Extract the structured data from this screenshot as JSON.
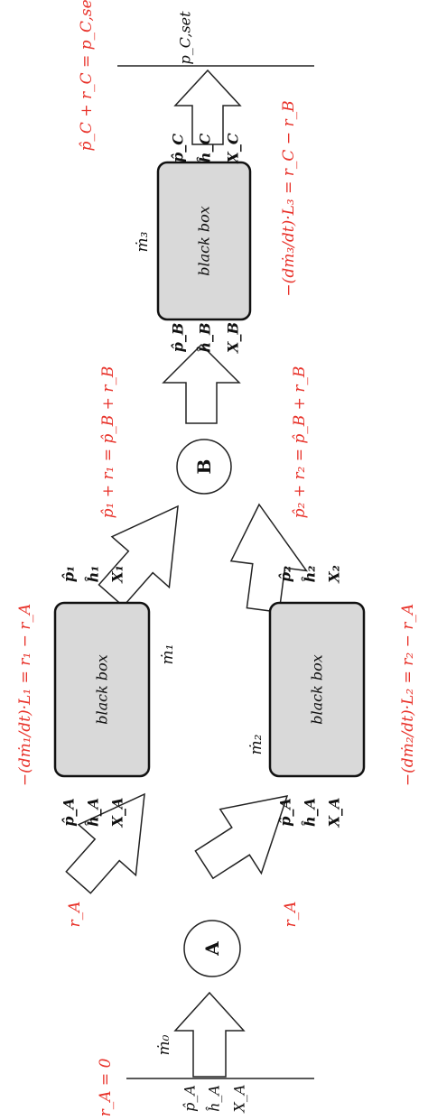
{
  "colors": {
    "accent_red": "#e8322a",
    "box_fill": "#d9d9d9",
    "stroke": "#222222"
  },
  "nodes": {
    "a": "A",
    "b": "B"
  },
  "boxes": {
    "box1": "black box",
    "box2": "black box",
    "box3": "black box"
  },
  "equations": {
    "inlet_condition": "r_A = 0",
    "branch_upper": "r_A",
    "branch_lower": "r_A",
    "box1_eq": "−(dṁ₁/dt)·L₁ = r₁ − r_A",
    "box2_eq": "−(dṁ₂/dt)·L₂ = r₂ − r_A",
    "merge_upper": "p̂₁ + r₁ = p̂_B + r_B",
    "merge_lower": "p̂₂ + r₂ = p̂_B + r_B",
    "box3_eq": "−(dṁ₃/dt)·L₃ = r_C − r_B",
    "outlet_eq": "p̂_C + r_C = p_C,set"
  },
  "flows": {
    "m0": "ṁ₀",
    "m1": "ṁ₁",
    "m2": "ṁ₂",
    "m3": "ṁ₃"
  },
  "states": {
    "inlet": [
      "p̂_A",
      "ĥ_A",
      "X_A"
    ],
    "box1_in": [
      "p̂_A",
      "ĥ_A",
      "X_A"
    ],
    "box1_out": [
      "p̂₁",
      "ĥ₁",
      "X₁"
    ],
    "box2_in": [
      "p̂_A",
      "ĥ_A",
      "X_A"
    ],
    "box2_out": [
      "p̂₂",
      "ĥ₂",
      "X₂"
    ],
    "box3_in": [
      "p̂_B",
      "ĥ_B",
      "X_B"
    ],
    "box3_out": [
      "p̂_C",
      "ĥ_C",
      "X_C"
    ]
  },
  "outlet": {
    "label": "p_C,set"
  }
}
